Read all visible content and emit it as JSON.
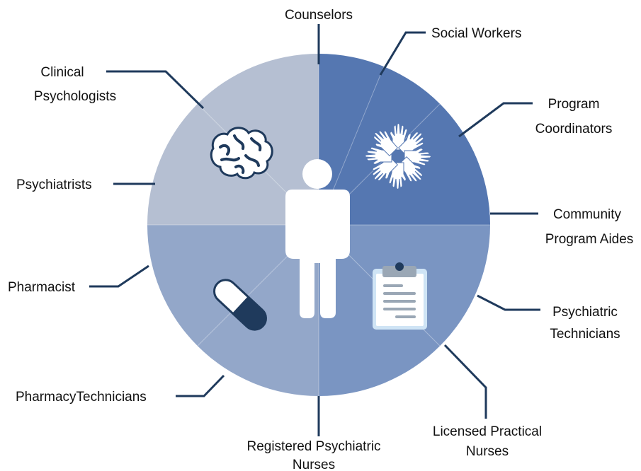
{
  "diagram": {
    "roles": [
      {
        "id": "counselors",
        "lines": [
          "Counselors"
        ]
      },
      {
        "id": "social-workers",
        "lines": [
          "Social Workers"
        ]
      },
      {
        "id": "program-coordinators",
        "lines": [
          "Program",
          "Coordinators"
        ]
      },
      {
        "id": "community-program-aides",
        "lines": [
          "Community",
          "Program Aides"
        ]
      },
      {
        "id": "psychiatric-technicians",
        "lines": [
          "Psychiatric",
          "Technicians"
        ]
      },
      {
        "id": "licensed-practical-nurses",
        "lines": [
          "Licensed Practical",
          "Nurses"
        ]
      },
      {
        "id": "registered-psychiatric-nurses",
        "lines": [
          "Registered Psychiatric",
          "Nurses"
        ]
      },
      {
        "id": "pharmacy-technicians",
        "lines": [
          "PharmacyTechnicians"
        ]
      },
      {
        "id": "pharmacist",
        "lines": [
          "Pharmacist"
        ]
      },
      {
        "id": "psychiatrists",
        "lines": [
          "Psychiatrists"
        ]
      },
      {
        "id": "clinical-psychologists",
        "lines": [
          "Clinical",
          "Psychologists"
        ]
      }
    ],
    "icons": [
      "brain-icon",
      "hands-circle-icon",
      "clipboard-icon",
      "pill-capsule-icon",
      "person-icon"
    ],
    "colors": {
      "leader_line": "#1f3a5c",
      "quadrant_top_right": "#5577b1",
      "quadrant_bottom_right": "#7a95c2",
      "quadrant_bottom_left": "#93a7c9",
      "quadrant_top_left": "#b5bfd2",
      "icon_dark": "#1f3a5c",
      "icon_white": "#ffffff"
    }
  }
}
